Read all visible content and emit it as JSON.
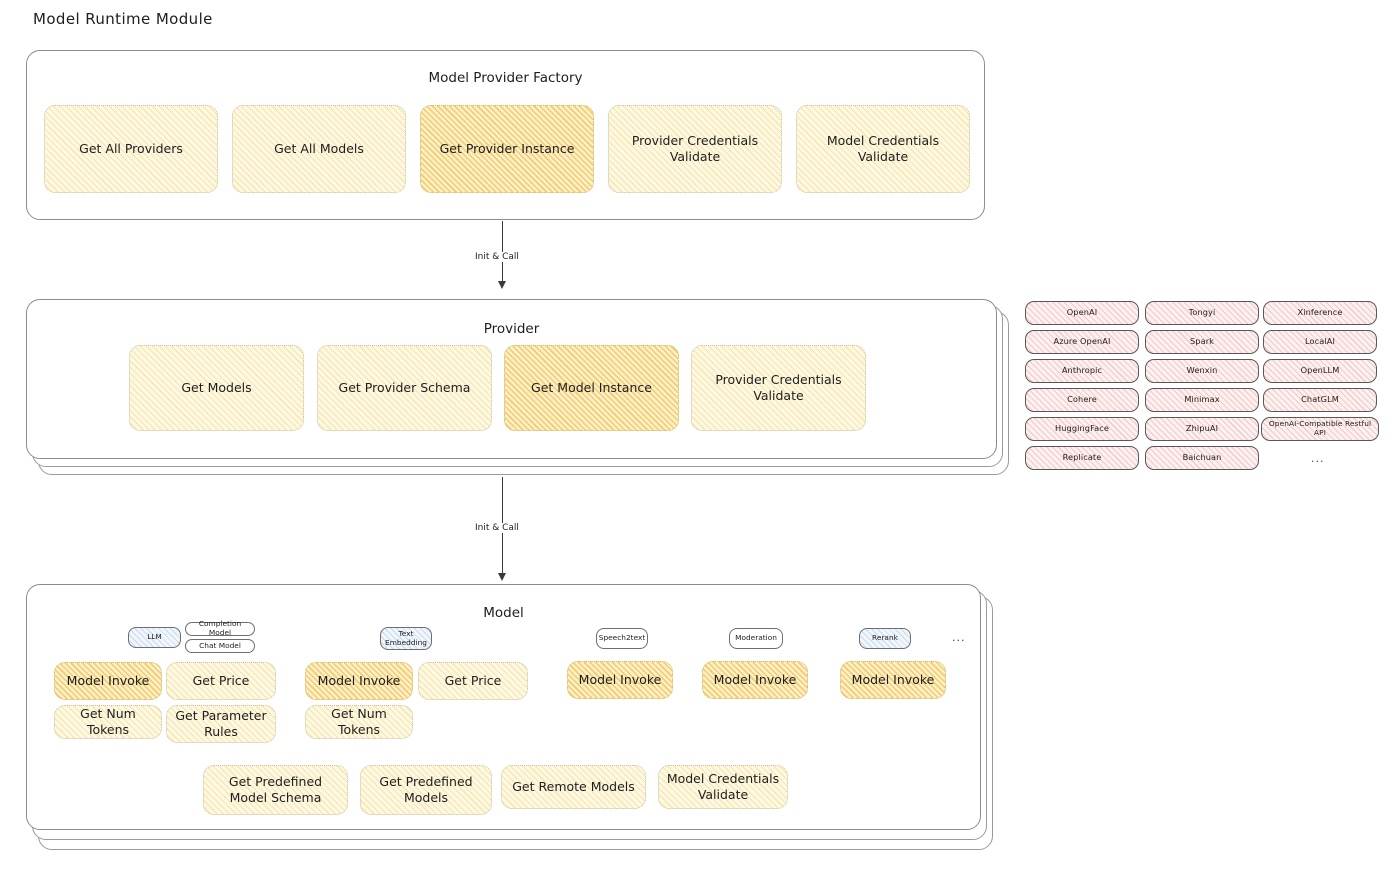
{
  "page": {
    "title": "Model Runtime Module"
  },
  "arrows": [
    {
      "label": "Init & Call"
    },
    {
      "label": "Init & Call"
    }
  ],
  "factory": {
    "title": "Model Provider Factory",
    "nodes": [
      {
        "label": "Get All Providers",
        "highlight": false
      },
      {
        "label": "Get All Models",
        "highlight": false
      },
      {
        "label": "Get Provider Instance",
        "highlight": true
      },
      {
        "label": "Provider Credentials Validate",
        "highlight": false
      },
      {
        "label": "Model Credentials Validate",
        "highlight": false
      }
    ]
  },
  "provider": {
    "title": "Provider",
    "nodes": [
      {
        "label": "Get Models",
        "highlight": false
      },
      {
        "label": "Get Provider Schema",
        "highlight": false
      },
      {
        "label": "Get Model Instance",
        "highlight": true
      },
      {
        "label": "Provider Credentials Validate",
        "highlight": false
      }
    ]
  },
  "provider_list": {
    "columns": [
      [
        "OpenAI",
        "Azure OpenAI",
        "Anthropic",
        "Cohere",
        "HuggingFace",
        "Replicate"
      ],
      [
        "Tongyi",
        "Spark",
        "Wenxin",
        "Minimax",
        "ZhipuAI",
        "Baichuan"
      ],
      [
        "Xinference",
        "LocalAI",
        "OpenLLM",
        "ChatGLM",
        "OpenAI-Compatible Restful API"
      ]
    ],
    "more": "..."
  },
  "model": {
    "title": "Model",
    "more": "...",
    "types": [
      {
        "badge": "LLM",
        "badge_style": "blue",
        "sub_badges": [
          "Completion Model",
          "Chat Model"
        ],
        "methods": [
          {
            "label": "Model Invoke",
            "highlight": true
          },
          {
            "label": "Get Price",
            "highlight": false
          },
          {
            "label": "Get Num Tokens",
            "highlight": false
          },
          {
            "label": "Get Parameter Rules",
            "highlight": false
          }
        ]
      },
      {
        "badge": "Text Embedding",
        "badge_style": "blue",
        "sub_badges": [],
        "methods": [
          {
            "label": "Model Invoke",
            "highlight": true
          },
          {
            "label": "Get Price",
            "highlight": false
          },
          {
            "label": "Get Num Tokens",
            "highlight": false
          }
        ]
      },
      {
        "badge": "Speech2text",
        "badge_style": "white",
        "sub_badges": [],
        "methods": [
          {
            "label": "Model Invoke",
            "highlight": true
          }
        ]
      },
      {
        "badge": "Moderation",
        "badge_style": "white",
        "sub_badges": [],
        "methods": [
          {
            "label": "Model Invoke",
            "highlight": true
          }
        ]
      },
      {
        "badge": "Rerank",
        "badge_style": "blue",
        "sub_badges": [],
        "methods": [
          {
            "label": "Model Invoke",
            "highlight": true
          }
        ]
      }
    ],
    "common_methods": [
      {
        "label": "Get Predefined Model Schema"
      },
      {
        "label": "Get Predefined Models"
      },
      {
        "label": "Get Remote Models"
      },
      {
        "label": "Model Credentials Validate"
      }
    ]
  },
  "colors": {
    "highlight_fill": "#fcefca",
    "normal_fill": "#fdf8e3",
    "provider_chip_fill": "#fdf0f0",
    "badge_blue_fill": "#f0f6fb",
    "panel_border": "#8d8d8d",
    "text": "#1e1e1e"
  }
}
